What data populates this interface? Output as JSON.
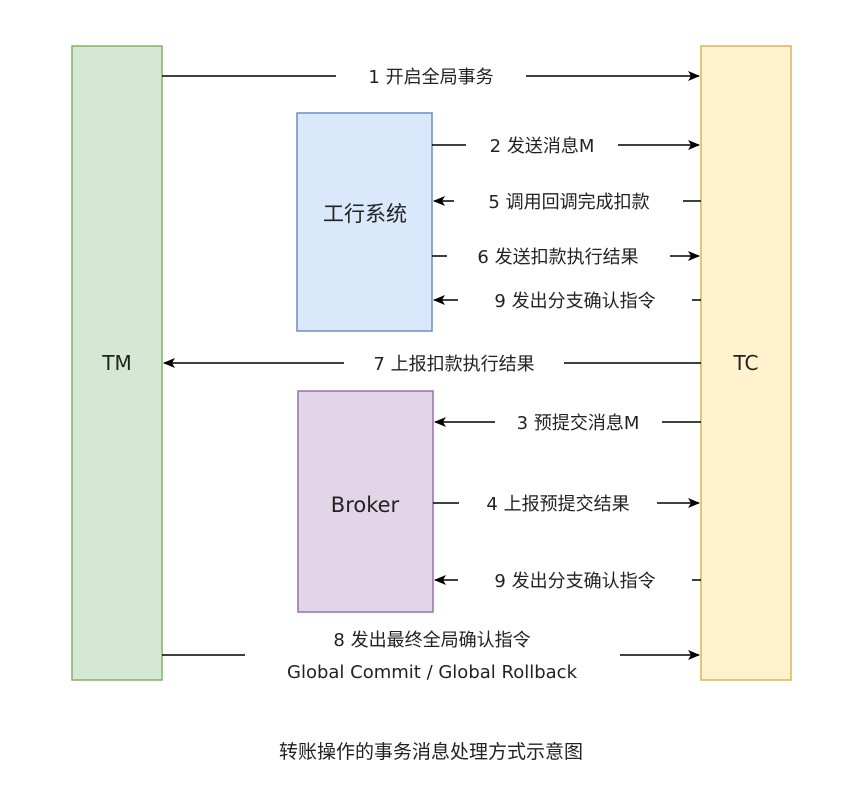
{
  "boxes": {
    "tm": {
      "label": "TM",
      "fill": "#d5e8d4",
      "stroke": "#82b366"
    },
    "tc": {
      "label": "TC",
      "fill": "#fff2cc",
      "stroke": "#d6b656"
    },
    "icbc": {
      "label": "工行系统",
      "fill": "#dae8fc",
      "stroke": "#6c8ebf"
    },
    "broker": {
      "label": "Broker",
      "fill": "#e1d5e7",
      "stroke": "#9673a6"
    }
  },
  "arrows": {
    "a1": "1 开启全局事务",
    "a2": "2 发送消息M",
    "a5": "5 调用回调完成扣款",
    "a6": "6 发送扣款执行结果",
    "a9a": "9 发出分支确认指令",
    "a7": "7 上报扣款执行结果",
    "a3": "3 预提交消息M",
    "a4": "4 上报预提交结果",
    "a9b": "9 发出分支确认指令",
    "a8_line1": "8 发出最终全局确认指令",
    "a8_line2": "Global Commit / Global Rollback"
  },
  "caption": "转账操作的事务消息处理方式示意图"
}
